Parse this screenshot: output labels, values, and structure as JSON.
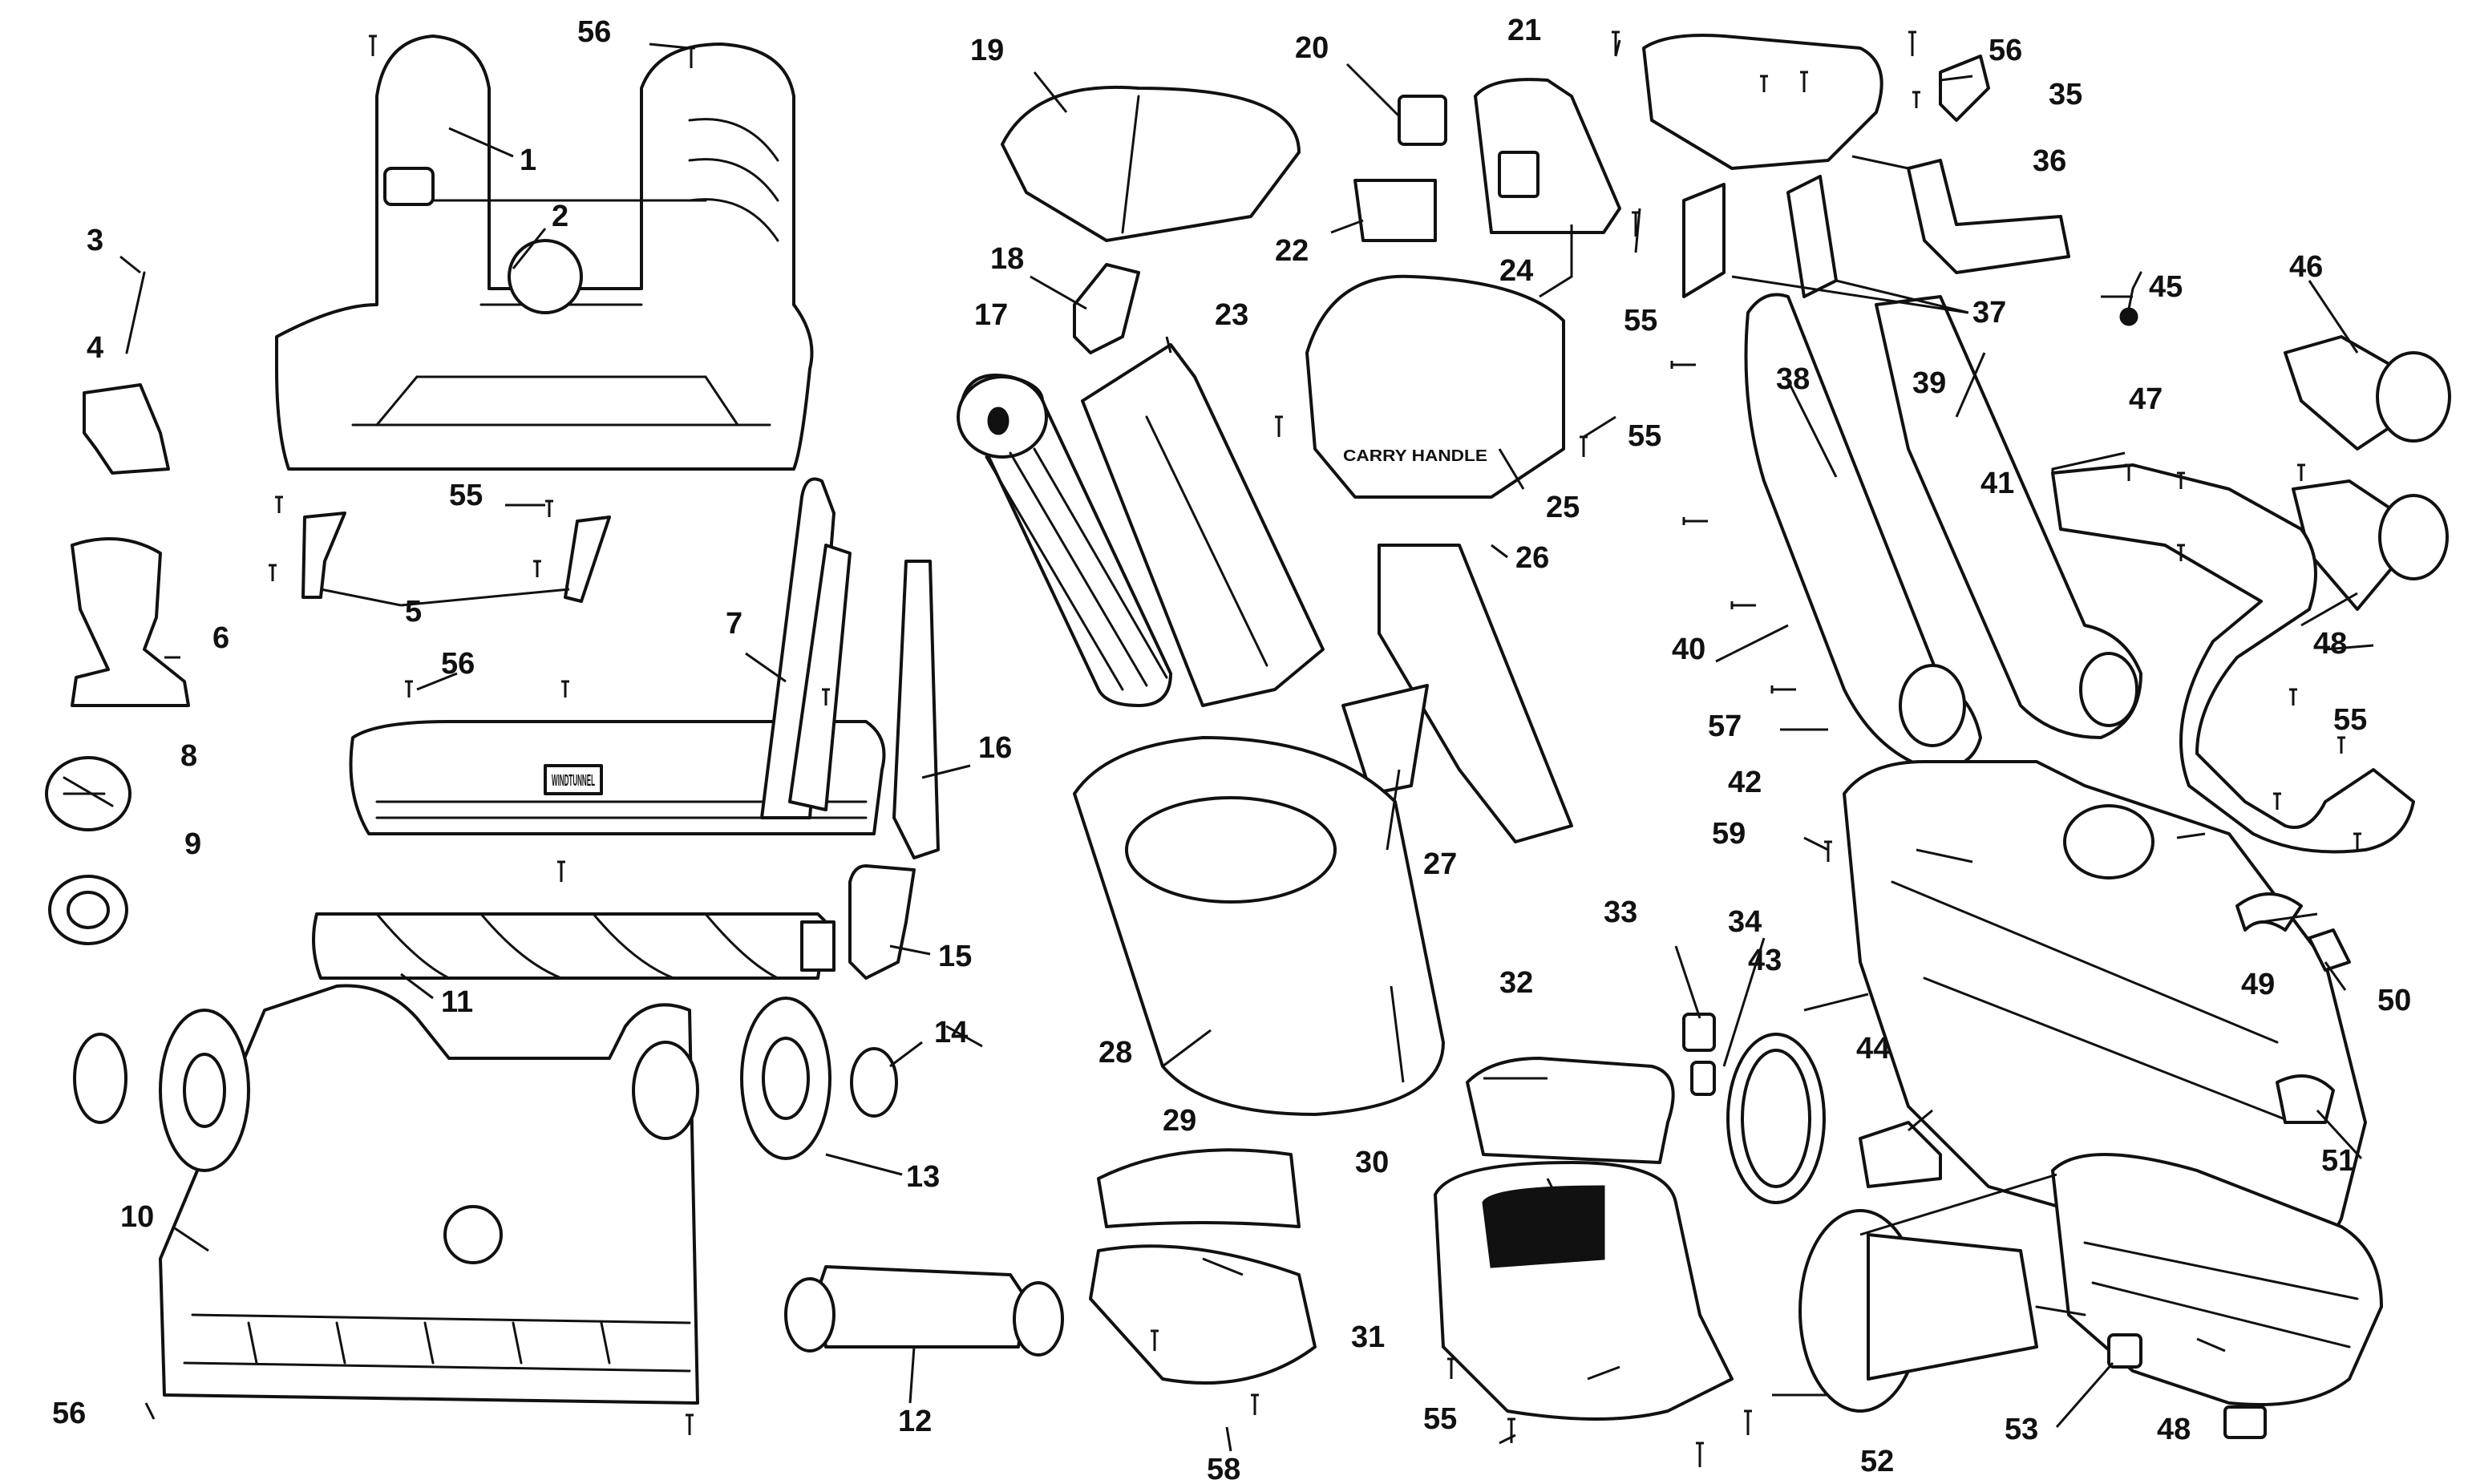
{
  "callouts": [
    "1",
    "2",
    "3",
    "4",
    "5",
    "6",
    "7",
    "8",
    "9",
    "10",
    "11",
    "12",
    "13",
    "14",
    "15",
    "16",
    "17",
    "18",
    "19",
    "20",
    "21",
    "22",
    "23",
    "24",
    "25",
    "26",
    "27",
    "28",
    "29",
    "30",
    "31",
    "32",
    "33",
    "34",
    "35",
    "36",
    "37",
    "38",
    "39",
    "40",
    "41",
    "42",
    "43",
    "44",
    "45",
    "46",
    "47",
    "48",
    "49",
    "50",
    "51",
    "52",
    "53",
    "55",
    "56",
    "57",
    "58",
    "59"
  ],
  "embossed_text": {
    "brush_housing_logo": "WINDTUNNEL",
    "handle_cover_text": "CARRY HANDLE"
  },
  "colors": {
    "line": "#111111",
    "background": "#ffffff"
  }
}
